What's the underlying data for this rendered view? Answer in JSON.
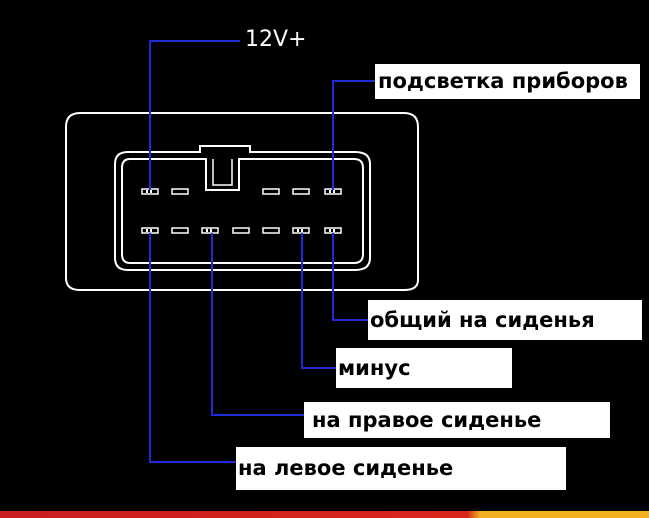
{
  "diagram": {
    "labels": {
      "power_12v": "12V+",
      "dashboard_backlight": "подсветка приборов",
      "seat_common": "общий на сиденья",
      "minus": "минус",
      "right_seat": "на правое сиденье",
      "left_seat": "на левое сиденье"
    },
    "colors": {
      "background": "#000000",
      "outline": "#ffffff",
      "leader_line": "#1f2bd8",
      "label_bg": "#ffffff",
      "label_text": "#000000"
    }
  }
}
